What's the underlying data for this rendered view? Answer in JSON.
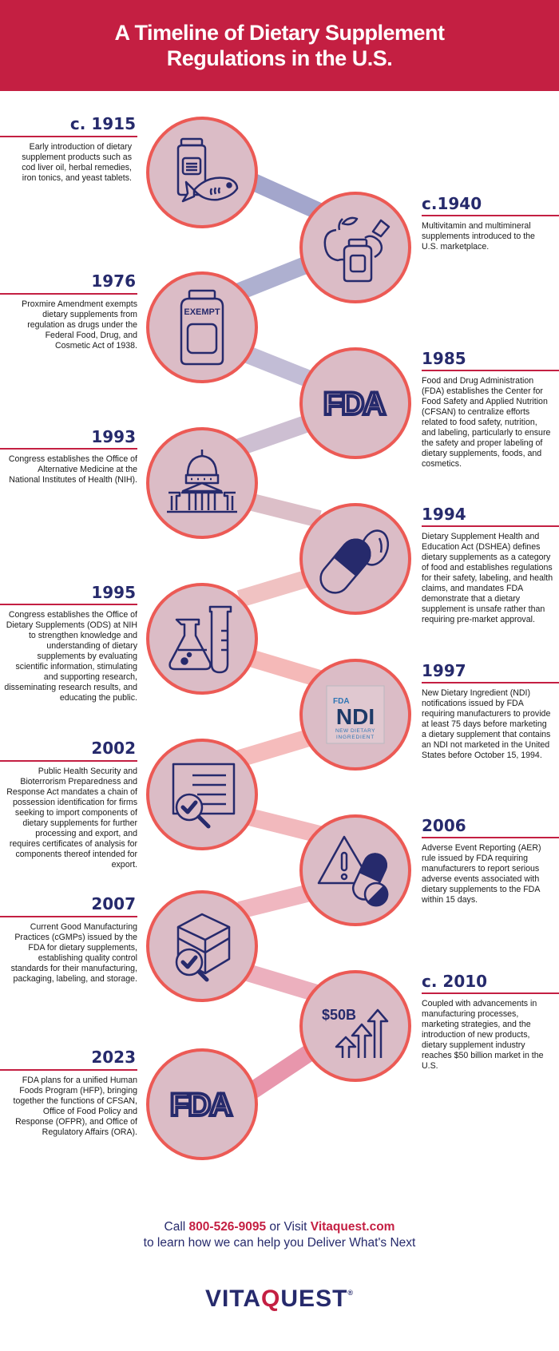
{
  "header": {
    "title": "A Timeline of Dietary Supplement Regulations in the U.S."
  },
  "colors": {
    "brand_red": "#c41f42",
    "navy": "#262a6c",
    "circle_fill": "#dbbcc6",
    "circle_border": "#ec5a55"
  },
  "timeline": [
    {
      "year": "c. 1915",
      "side": "left",
      "icon": "supplement-bottle-fish-icon",
      "text": "Early introduction of dietary supplement products such as cod liver oil, herbal remedies, iron tonics, and yeast tablets."
    },
    {
      "year": "c.1940",
      "side": "right",
      "icon": "fruit-vegetable-bottle-icon",
      "text": "Multivitamin and multimineral supplements introduced to the U.S. marketplace."
    },
    {
      "year": "1976",
      "side": "left",
      "icon": "exempt-bottle-icon",
      "icon_label": "EXEMPT",
      "text": "Proxmire Amendment exempts dietary supplements from regulation as drugs under the Federal Food, Drug, and Cosmetic Act of 1938."
    },
    {
      "year": "1985",
      "side": "right",
      "icon": "fda-logo-icon",
      "icon_label": "FDA",
      "text": "Food and Drug Administration (FDA) establishes the Center for Food Safety and Applied Nutrition (CFSAN) to centralize efforts related to food safety, nutrition, and labeling, particularly to ensure the safety and proper labeling of dietary supplements, foods, and cosmetics."
    },
    {
      "year": "1993",
      "side": "left",
      "icon": "capitol-building-icon",
      "text": "Congress establishes the Office of Alternative Medicine at the National Institutes of Health (NIH)."
    },
    {
      "year": "1994",
      "side": "right",
      "icon": "capsule-tablet-icon",
      "text": "Dietary Supplement Health and Education Act (DSHEA) defines dietary supplements as a category of food and establishes regulations for their safety, labeling, and health claims, and mandates FDA demonstrate that a dietary supplement is unsafe rather than requiring pre-market approval."
    },
    {
      "year": "1995",
      "side": "left",
      "icon": "flask-test-tube-icon",
      "text": "Congress establishes the Office of Dietary Supplements (ODS) at NIH to strengthen knowledge and understanding of dietary supplements by evaluating scientific information, stimulating and supporting research, disseminating research results, and educating the public."
    },
    {
      "year": "1997",
      "side": "right",
      "icon": "fda-ndi-badge-icon",
      "icon_label_top": "FDA",
      "icon_label_main": "NDI",
      "icon_label_sub1": "NEW DIETARY",
      "icon_label_sub2": "INGREDIENT",
      "text": "New Dietary Ingredient (NDI) notifications issued by FDA requiring manufacturers to provide at least 75 days before marketing a dietary supplement that contains an NDI not marketed in the United States before October 15, 1994."
    },
    {
      "year": "2002",
      "side": "left",
      "icon": "document-magnifier-check-icon",
      "text": "Public Health Security and Bioterrorism Preparedness and Response Act mandates a chain of possession identification for firms seeking to import components of dietary supplements for further processing and export, and requires certificates of analysis for components thereof intended for export."
    },
    {
      "year": "2006",
      "side": "right",
      "icon": "warning-pills-icon",
      "text": "Adverse Event Reporting (AER) rule issued by FDA requiring manufacturers to report serious adverse events associated with dietary supplements to the FDA within 15 days."
    },
    {
      "year": "2007",
      "side": "left",
      "icon": "box-magnifier-check-icon",
      "text": "Current Good Manufacturing Practices (cGMPs) issued by the FDA for dietary supplements, establishing quality control standards for their manufacturing, packaging, labeling, and storage."
    },
    {
      "year": "c. 2010",
      "side": "right",
      "icon": "growth-arrows-icon",
      "icon_label": "$50B",
      "text": "Coupled with advancements in manufacturing processes, marketing strategies, and the introduction of new products, dietary supplement industry reaches $50 billion market in the U.S."
    },
    {
      "year": "2023",
      "side": "left",
      "icon": "fda-logo-icon",
      "icon_label": "FDA",
      "text": "FDA plans for a unified Human Foods Program (HFP), bringing together the functions of CFSAN, Office of Food Policy and Response (OFPR), and Office of Regulatory Affairs (ORA)."
    }
  ],
  "footer": {
    "call_prefix": "Call ",
    "phone": "800-526-9095",
    "visit_text": " or Visit ",
    "website": "Vitaquest.com",
    "tagline": "to learn how we can help you Deliver What's Next",
    "logo_pre": "VITA",
    "logo_q": "Q",
    "logo_post": "UEST",
    "logo_reg": "®"
  }
}
